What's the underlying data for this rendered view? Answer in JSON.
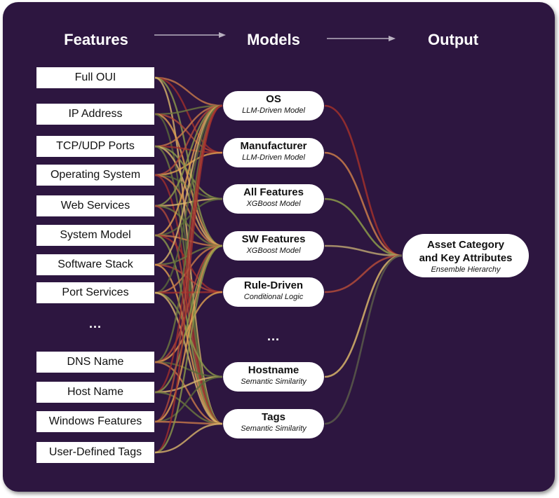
{
  "headers": {
    "features": "Features",
    "models": "Models",
    "output": "Output"
  },
  "features": [
    {
      "label": "Full OUI"
    },
    {
      "label": "IP Address"
    },
    {
      "label": "TCP/UDP Ports"
    },
    {
      "label": "Operating System"
    },
    {
      "label": "Web Services"
    },
    {
      "label": "System Model"
    },
    {
      "label": "Software Stack"
    },
    {
      "label": "Port Services"
    },
    {
      "label": "DNS  Name"
    },
    {
      "label": "Host Name"
    },
    {
      "label": "Windows Features"
    },
    {
      "label": "User-Defined Tags"
    }
  ],
  "feature_ellipsis": "...",
  "models": [
    {
      "name": "OS",
      "sub": "LLM-Driven Model"
    },
    {
      "name": "Manufacturer",
      "sub": "LLM-Driven Model"
    },
    {
      "name": "All Features",
      "sub": "XGBoost Model"
    },
    {
      "name": "SW Features",
      "sub": "XGBoost Model"
    },
    {
      "name": "Rule-Driven",
      "sub": "Conditional Logic"
    },
    {
      "name": "Hostname",
      "sub": "Semantic Similarity"
    },
    {
      "name": "Tags",
      "sub": "Semantic Similarity"
    }
  ],
  "model_ellipsis": "...",
  "output": {
    "line1": "Asset Category",
    "line2": "and Key Attributes",
    "sub": "Ensemble Hierarchy"
  },
  "colors": {
    "background": "#2d1640",
    "wire_palette": [
      "#c97b4a",
      "#a0302c",
      "#8c9a4a",
      "#d8b46a",
      "#6e7a3e",
      "#b04a3a",
      "#e0a050",
      "#5a6a3a"
    ]
  }
}
